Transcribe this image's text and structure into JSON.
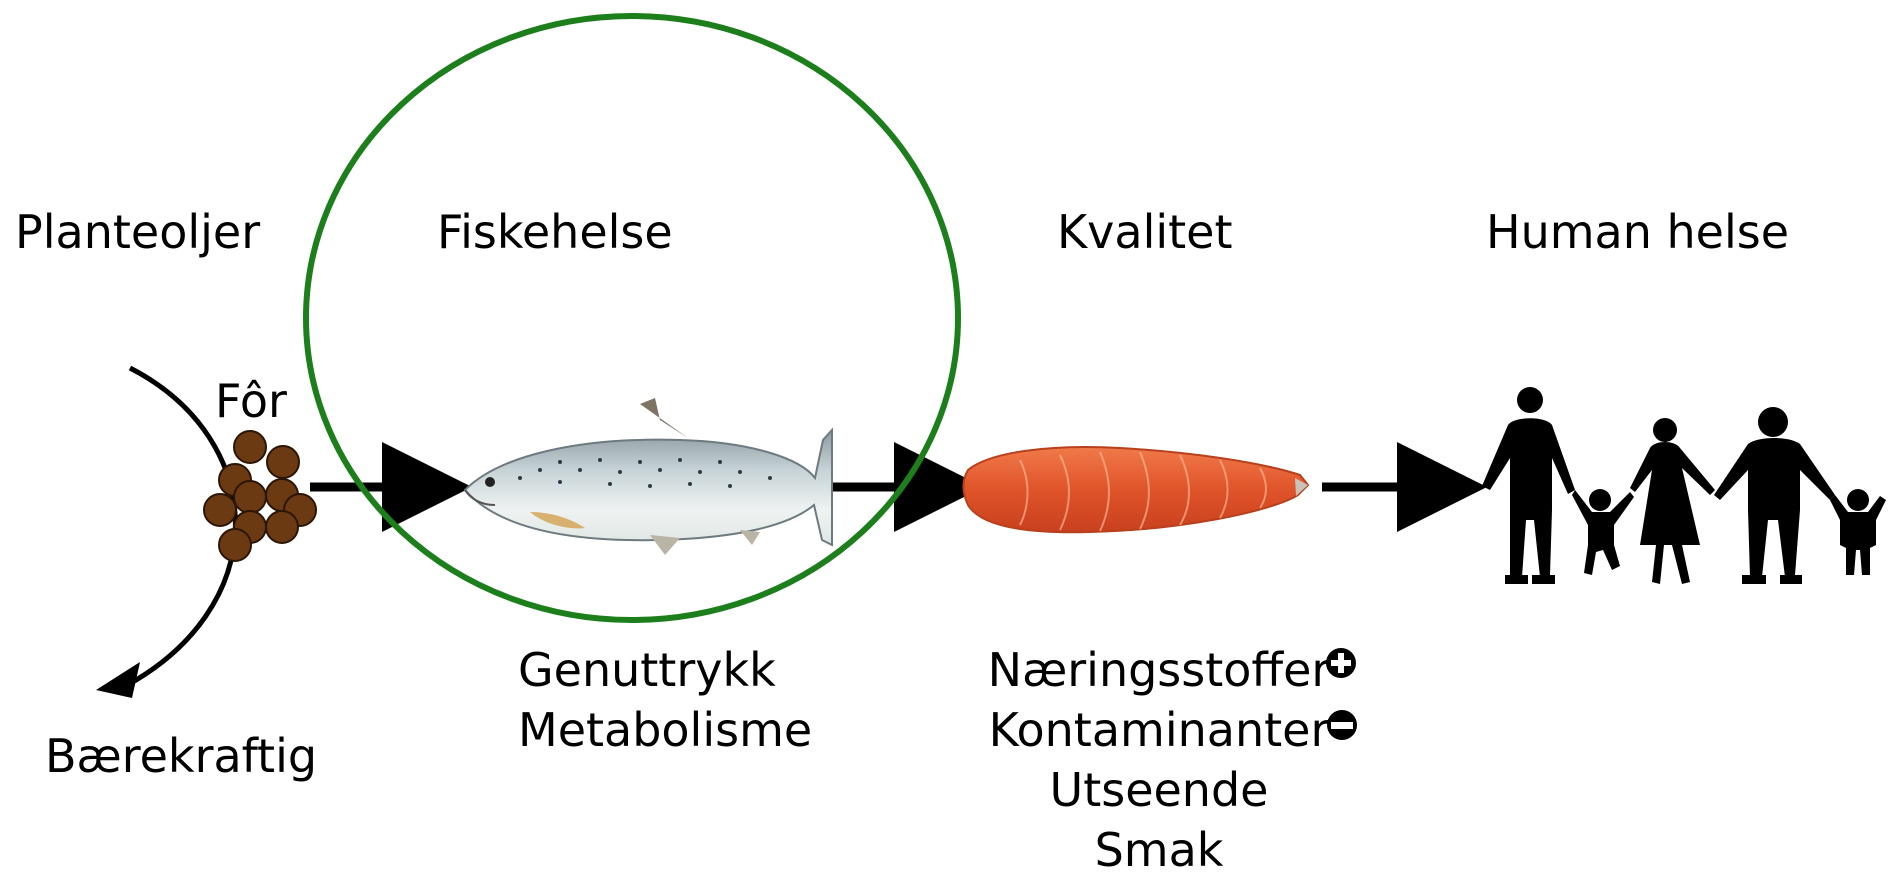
{
  "stages": {
    "planteoljer": "Planteoljer",
    "fiskehelse": "Fiskehelse",
    "kvalitet": "Kvalitet",
    "human_helse": "Human helse"
  },
  "feed": {
    "label": "Fôr",
    "sustainability": "Bærekraftig"
  },
  "fish_health": {
    "lines": [
      "Genuttrykk",
      "Metabolisme"
    ]
  },
  "quality": {
    "lines": [
      "Næringsstoffer",
      "Kontaminanter",
      "Utseende",
      "Smak"
    ],
    "positive_sign": "+",
    "negative_sign": "−"
  },
  "colors": {
    "focus_circle": "#1c7f1c",
    "feed_pellet": "#6b3a12",
    "arrow": "#000000",
    "fillet": "#e0542a"
  },
  "icons": [
    "feed-pellets-icon",
    "salmon-icon",
    "fillet-icon",
    "family-silhouette-icon",
    "curved-arrow-icon"
  ]
}
